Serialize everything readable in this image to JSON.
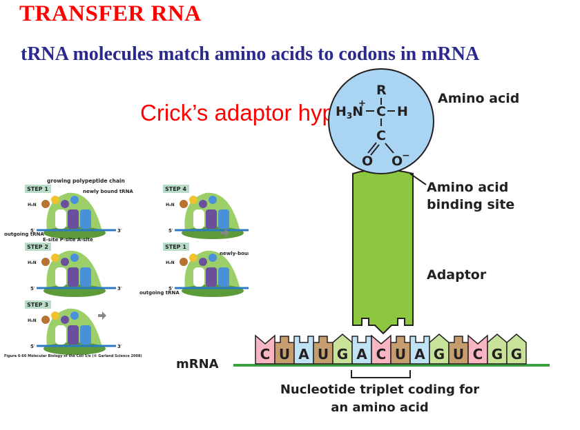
{
  "slide": {
    "title": "TRANSFER RNA",
    "subtitle": "tRNA molecules match amino acids to codons in mRNA",
    "hypothesis": "Crick’s adaptor hypothesis"
  },
  "adaptor_diagram": {
    "amino_acid_label": "Amino acid",
    "binding_site_label": "Amino acid binding site",
    "adaptor_label": "Adaptor",
    "mrna_label": "mRNA",
    "triplet_label": "Nucleotide triplet coding for an amino acid",
    "molecule": {
      "r_group": "R",
      "amine": "H3N",
      "charge_plus": "+",
      "alpha_c": "C",
      "h": "H",
      "carboxyl_c": "C",
      "o_double": "O",
      "o_minus": "O",
      "charge_minus": "−"
    },
    "sequence": [
      "C",
      "U",
      "A",
      "U",
      "G",
      "A",
      "C",
      "U",
      "A",
      "G",
      "U",
      "C",
      "G",
      "G"
    ],
    "base_colors": {
      "C": "#f7b6c2",
      "U": "#c59d6f",
      "A": "#bfe3f5",
      "G": "#c8e29a"
    },
    "adaptor_color": "#8dc63f",
    "amino_acid_color": "#a9d4f2",
    "mrna_line_color": "#3aa040"
  },
  "translation_figure": {
    "caption": "Figure 6-66 Molecular Biology of the Cell 5/e (© Garland Science 2008)",
    "steps": [
      {
        "label": "STEP 1",
        "annotations": [
          "growing polypeptide chain",
          "newly bound tRNA",
          "outgoing tRNA",
          "E-site",
          "P-site",
          "A-site",
          "E"
        ]
      },
      {
        "label": "STEP 2",
        "annotations": [
          "E"
        ]
      },
      {
        "label": "STEP 3",
        "annotations": [
          "A"
        ]
      },
      {
        "label": "STEP 4",
        "annotations": [
          "A"
        ]
      },
      {
        "label": "STEP 1",
        "annotations": [
          "newly-bound tRNA",
          "outgoing tRNA",
          "E"
        ]
      }
    ],
    "amine": "H₂N",
    "five_prime": "5′",
    "three_prime": "3′"
  }
}
